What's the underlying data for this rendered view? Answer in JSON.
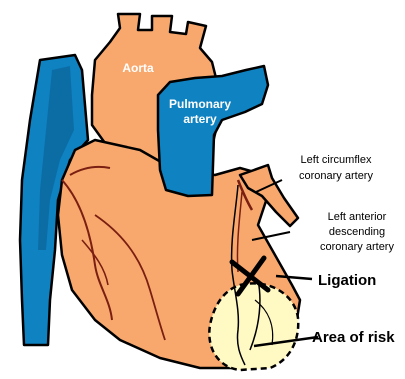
{
  "labels": {
    "aorta": "Aorta",
    "pulmonary_line1": "Pulmonary",
    "pulmonary_line2": "artery",
    "circumflex_line1": "Left circumflex",
    "circumflex_line2": "coronary artery",
    "lad_line1": "Left  anterior",
    "lad_line2": "descending",
    "lad_line3": "coronary artery",
    "ligation": "Ligation",
    "area_of_risk": "Area of risk"
  },
  "colors": {
    "heart": "#F9A86D",
    "vessel_blue": "#0F82C2",
    "area_of_risk": "#FFF9C4",
    "coronary_line": "#7A1F12",
    "outline": "#000000"
  }
}
